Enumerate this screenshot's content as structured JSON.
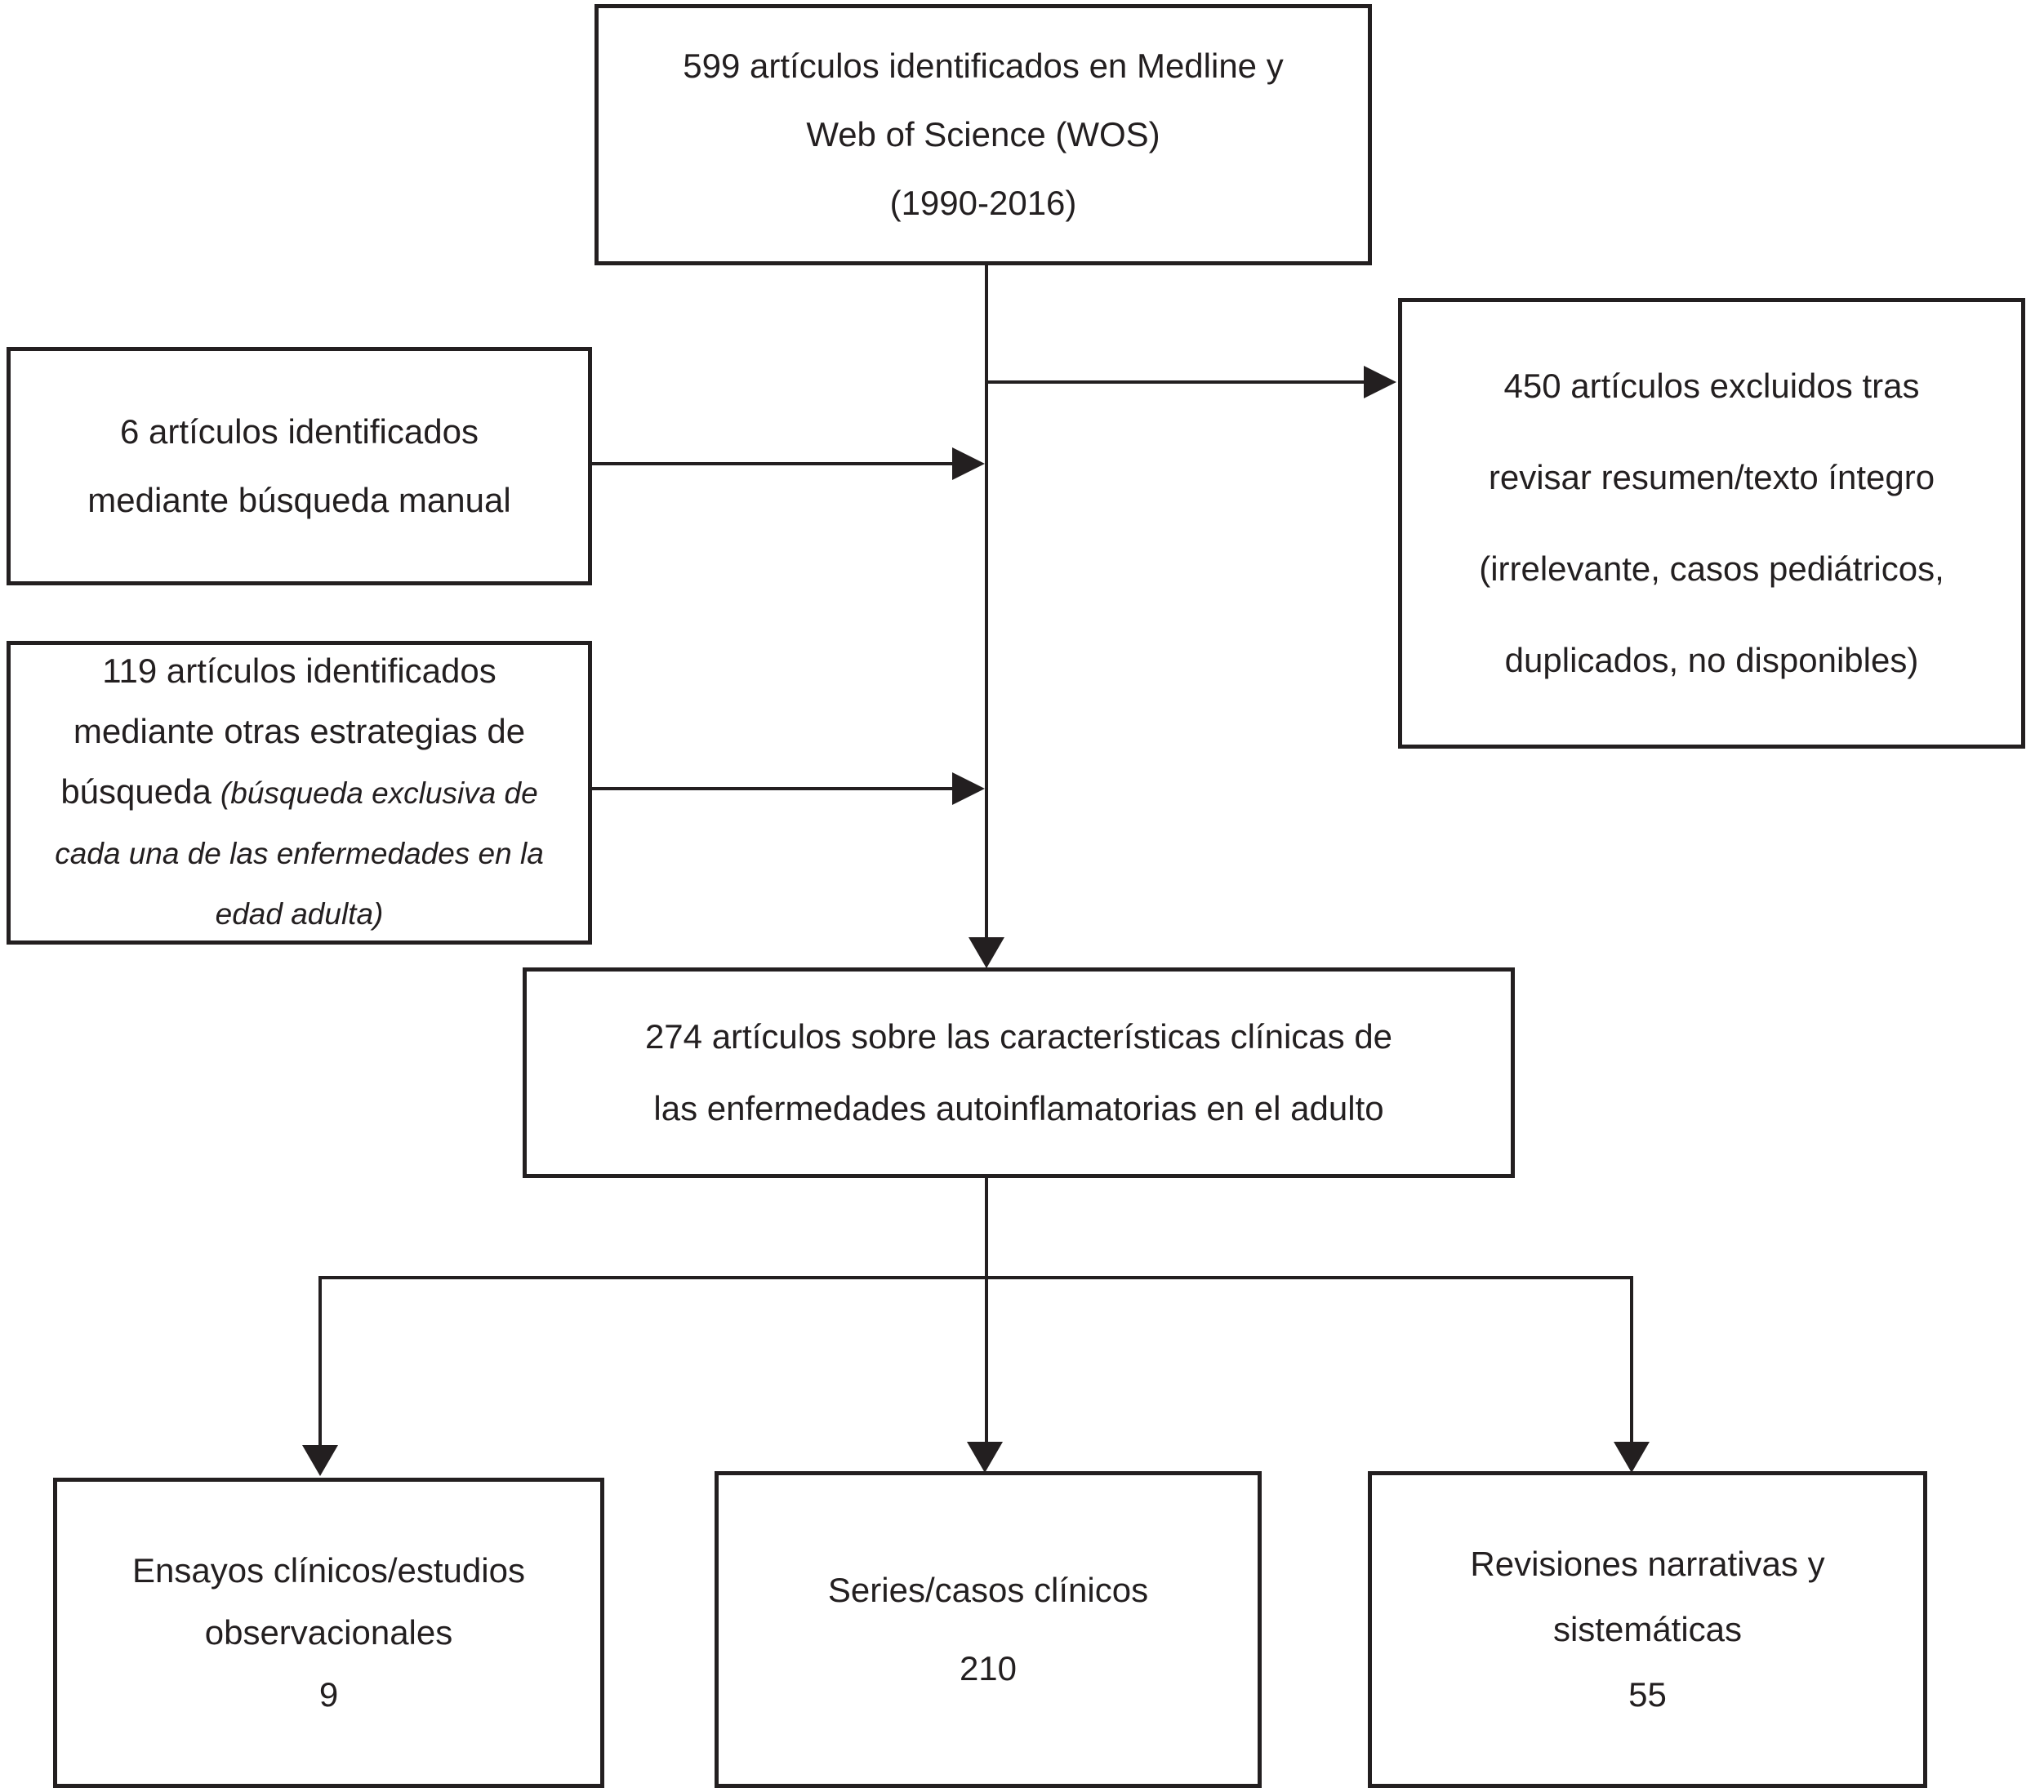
{
  "diagram": {
    "background_color": "#ffffff",
    "ink_color": "#231f20",
    "boxes": {
      "identified": {
        "line1": "599 artículos identificados en Medline y",
        "line2": "Web of Science (WOS)",
        "line3": "(1990-2016)"
      },
      "manual_search": {
        "line1": "6 artículos identificados",
        "line2": "mediante búsqueda manual"
      },
      "other_strategies": {
        "line1": "119 artículos identificados",
        "line2": "mediante otras estrategias de",
        "line3_regular": "búsqueda",
        "line3_italic": "(búsqueda exclusiva de",
        "line4_italic": "cada una de las enfermedades en la",
        "line5_italic": "edad adulta)"
      },
      "excluded": {
        "line1": "450 artículos excluidos tras",
        "line2": "revisar resumen/texto íntegro",
        "line3": "(irrelevante, casos pediátricos,",
        "line4": "duplicados, no disponibles)"
      },
      "included": {
        "line1": "274 artículos sobre las características clínicas de",
        "line2": "las enfermedades autoinflamatorias en el adulto"
      },
      "trials": {
        "line1": "Ensayos clínicos/estudios",
        "line2": "observacionales",
        "count": "9"
      },
      "case_series": {
        "line1": "Series/casos clínicos",
        "count": "210"
      },
      "reviews": {
        "line1": "Revisiones narrativas y",
        "line2": "sistemáticas",
        "count": "55"
      }
    }
  }
}
